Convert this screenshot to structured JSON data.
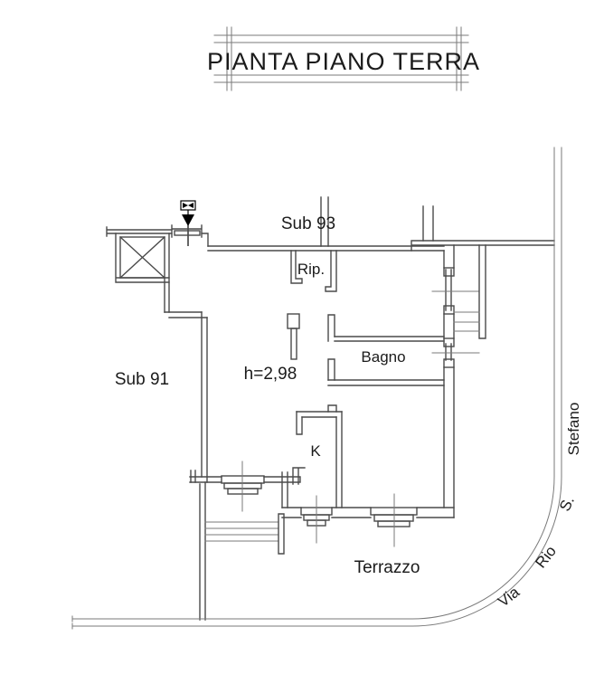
{
  "title_block": {
    "title": "PIANTA PIANO TERRA"
  },
  "plan": {
    "areas": {
      "sub93": "Sub 93",
      "sub91": "Sub 91",
      "terrazzo": "Terrazzo"
    },
    "rooms": {
      "rip": "Rip.",
      "bagno": "Bagno",
      "kitchen": "K"
    },
    "height_note": "h=2,98",
    "street": {
      "word1": "Via",
      "word2": "Rio",
      "word3": "S.",
      "word4": "Stefano"
    }
  },
  "colors": {
    "wall": "#4a4a4a",
    "thin": "#7a7a7a",
    "symbol": "#000000",
    "text": "#1b1b1b",
    "bg": "#ffffff"
  }
}
